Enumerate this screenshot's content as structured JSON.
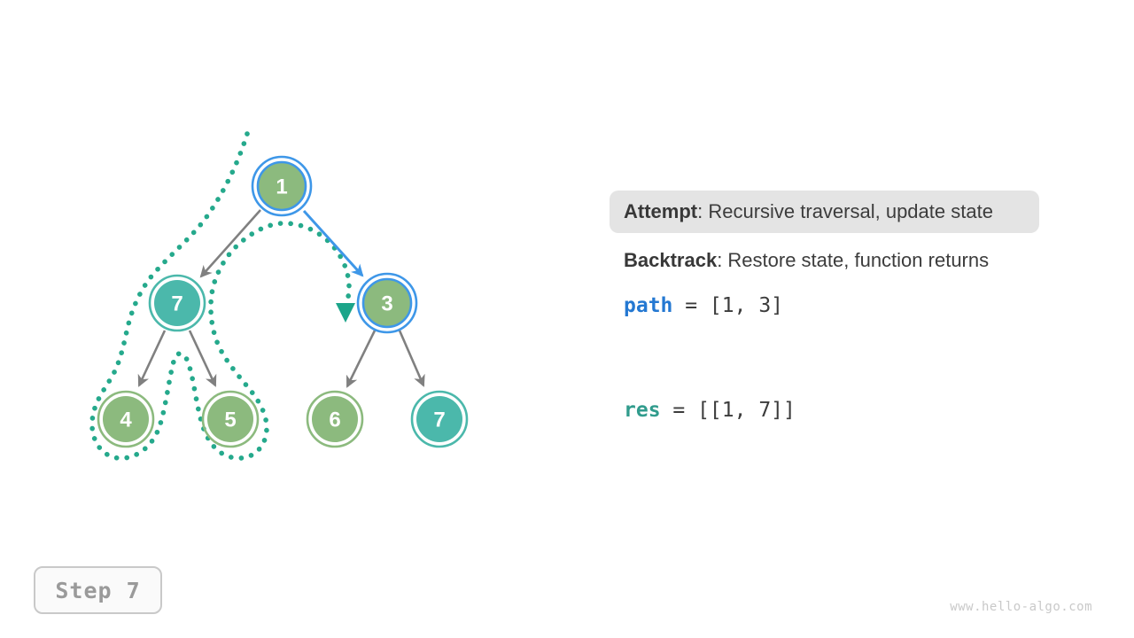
{
  "legend": {
    "attempt_label": "Attempt",
    "attempt_text": ": Recursive traversal, update state",
    "backtrack_label": "Backtrack",
    "backtrack_text": ": Restore state, function returns"
  },
  "state": {
    "path_var": "path",
    "path_value": " = [1, 3]",
    "res_var": "res",
    "res_value": " = [[1, 7]]"
  },
  "tree": {
    "nodes": [
      {
        "value": "1",
        "fill": "green",
        "highlighted": true
      },
      {
        "value": "7",
        "fill": "teal",
        "highlighted": false
      },
      {
        "value": "3",
        "fill": "green",
        "highlighted": true
      },
      {
        "value": "4",
        "fill": "green",
        "highlighted": false
      },
      {
        "value": "5",
        "fill": "green",
        "highlighted": false
      },
      {
        "value": "6",
        "fill": "green",
        "highlighted": false
      },
      {
        "value": "7",
        "fill": "teal",
        "highlighted": false
      }
    ],
    "edges": [
      "1-7",
      "1-3",
      "7-4",
      "7-5",
      "3-6",
      "3-7"
    ],
    "current_edge": "1-3"
  },
  "step": {
    "label": "Step 7"
  },
  "footer": {
    "text": "www.hello-algo.com"
  },
  "colors": {
    "node_green": "#8CBA7E",
    "node_teal": "#4BB8AB",
    "highlight_blue": "#3E97E8",
    "trace_teal": "#25A98C",
    "trace_arrow_teal": "#1CA58A",
    "edge_gray": "#808080",
    "path_var_blue": "#2478D2",
    "res_var_teal": "#319C8D",
    "attempt_bg": "#E4E4E4"
  }
}
